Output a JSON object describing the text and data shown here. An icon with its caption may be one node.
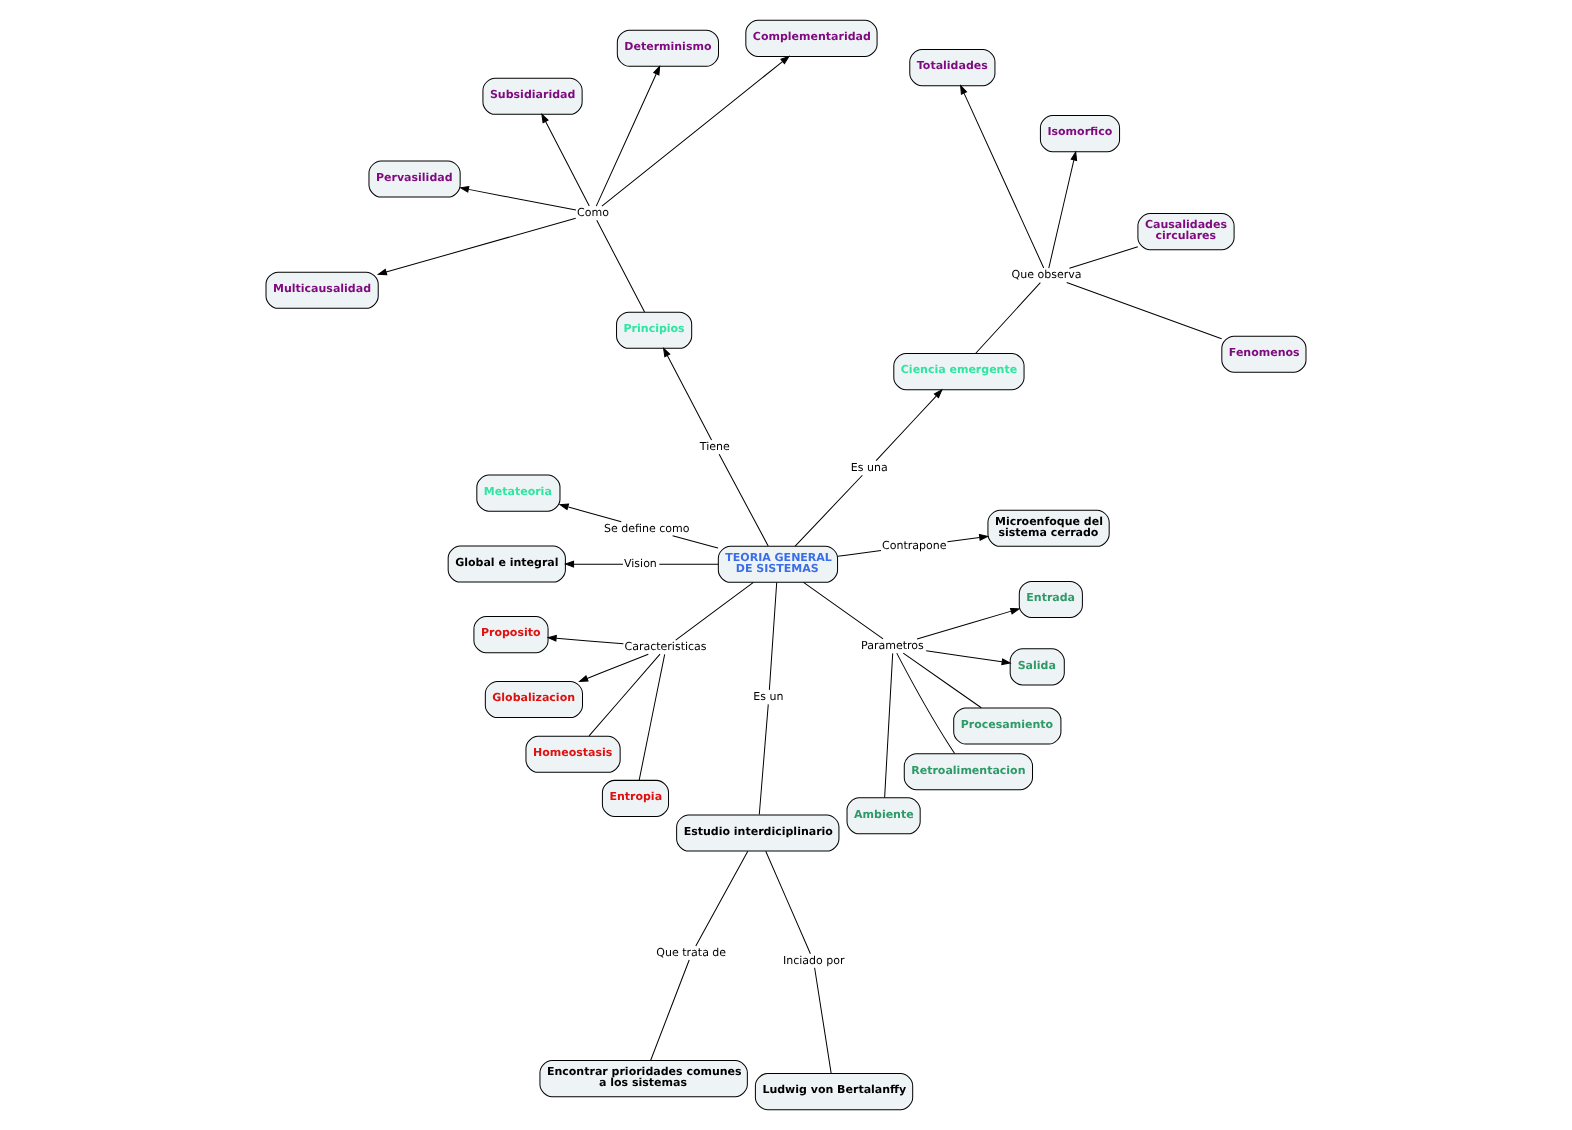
{
  "diagram": {
    "nodes": [
      {
        "text": [
          "Subsidiaridad"
        ]
      },
      {
        "text": [
          "Pervasilidad"
        ]
      },
      {
        "text": [
          "Complementaridad"
        ]
      },
      {
        "text": [
          "Como"
        ]
      },
      {
        "text": [
          "Multicausalidad"
        ]
      },
      {
        "text": [
          "Determinismo"
        ]
      },
      {
        "text": [
          "Totalidades"
        ]
      },
      {
        "text": [
          "Isomorfico"
        ]
      },
      {
        "text": [
          "Principios"
        ]
      },
      {
        "text": [
          "Ciencia emergente"
        ]
      },
      {
        "text": [
          "Que observa"
        ]
      },
      {
        "text": [
          "Metateoria"
        ]
      },
      {
        "text": [
          "Causalidades circulares"
        ]
      },
      {
        "text": [
          "Fenomenos"
        ]
      },
      {
        "text": [
          "Tiene"
        ]
      },
      {
        "text": [
          "Es una"
        ]
      },
      {
        "text": [
          "Se define como"
        ]
      },
      {
        "text": [
          "Global e integral"
        ]
      },
      {
        "text": [
          "Vision"
        ]
      },
      {
        "text": [
          "TEORIA GENERAL DE SISTEMAS"
        ]
      },
      {
        "text": [
          "Contrapone"
        ]
      },
      {
        "text": [
          "Microenfoque del sistema cerrado"
        ]
      },
      {
        "text": [
          "Proposito"
        ]
      },
      {
        "text": [
          "Caracteristicas"
        ]
      },
      {
        "text": [
          "Parametros"
        ]
      },
      {
        "text": [
          "Entrada"
        ]
      },
      {
        "text": [
          "Globalizacion"
        ]
      },
      {
        "text": [
          "Salida"
        ]
      },
      {
        "text": [
          "Es un"
        ]
      },
      {
        "text": [
          "Ambiente"
        ]
      },
      {
        "text": [
          "Homeostasis"
        ]
      },
      {
        "text": [
          "Procesamiento"
        ]
      },
      {
        "text": [
          "Retroalimentacion"
        ]
      },
      {
        "text": [
          "Entropia"
        ]
      },
      {
        "text": [
          "Estudio interdiciplinario"
        ]
      },
      {
        "text": [
          "Que trata de"
        ]
      },
      {
        "text": [
          "Inciado por"
        ]
      },
      {
        "text": [
          "Encontrar prioridades comunes a los sistemas"
        ]
      },
      {
        "text": [
          "Ludwig von Bertalanffy"
        ]
      }
    ],
    "edges": [
      {
        "from": 19,
        "to": 16,
        "arrow": "none"
      },
      {
        "from": 16,
        "to": 11,
        "arrow": "to"
      },
      {
        "from": 19,
        "to": 14,
        "arrow": "none"
      },
      {
        "from": 14,
        "to": 8,
        "arrow": "to"
      },
      {
        "from": 19,
        "to": 15,
        "arrow": "none"
      },
      {
        "from": 15,
        "to": 9,
        "arrow": "to"
      },
      {
        "from": 8,
        "to": 3,
        "arrow": "none"
      },
      {
        "from": 3,
        "to": 0,
        "arrow": "to"
      },
      {
        "from": 3,
        "to": 1,
        "arrow": "to"
      },
      {
        "from": 3,
        "to": 2,
        "arrow": "to"
      },
      {
        "from": 3,
        "to": 4,
        "arrow": "to"
      },
      {
        "from": 3,
        "to": 5,
        "arrow": "to"
      },
      {
        "from": 9,
        "to": 10,
        "arrow": "none"
      },
      {
        "from": 10,
        "to": 6,
        "arrow": "to"
      },
      {
        "from": 10,
        "to": 7,
        "arrow": "to"
      },
      {
        "from": 10,
        "to": 12,
        "arrow": "none"
      },
      {
        "from": 10,
        "to": 13,
        "arrow": "none"
      },
      {
        "from": 19,
        "to": 18,
        "arrow": "none"
      },
      {
        "from": 18,
        "to": 17,
        "arrow": "to"
      },
      {
        "from": 19,
        "to": 20,
        "arrow": "none"
      },
      {
        "from": 20,
        "to": 21,
        "arrow": "to"
      },
      {
        "from": 19,
        "to": 23,
        "arrow": "none"
      },
      {
        "from": 23,
        "to": 22,
        "arrow": "to"
      },
      {
        "from": 23,
        "to": 26,
        "arrow": "to"
      },
      {
        "from": 23,
        "to": 30,
        "arrow": "none"
      },
      {
        "from": 23,
        "to": 33,
        "arrow": "none"
      },
      {
        "from": 19,
        "to": 24,
        "arrow": "none"
      },
      {
        "from": 24,
        "to": 25,
        "arrow": "to"
      },
      {
        "from": 24,
        "to": 27,
        "arrow": "to"
      },
      {
        "from": 24,
        "to": 29,
        "arrow": "none"
      },
      {
        "from": 24,
        "to": 31,
        "arrow": "none"
      },
      {
        "from": 24,
        "to": 32,
        "arrow": "none"
      },
      {
        "from": 19,
        "to": 28,
        "arrow": "none"
      },
      {
        "from": 28,
        "to": 34,
        "arrow": "none"
      },
      {
        "from": 34,
        "to": 35,
        "arrow": "none"
      },
      {
        "from": 35,
        "to": 37,
        "arrow": "none"
      },
      {
        "from": 34,
        "to": 36,
        "arrow": "none"
      },
      {
        "from": 36,
        "to": 38,
        "arrow": "none"
      }
    ]
  }
}
